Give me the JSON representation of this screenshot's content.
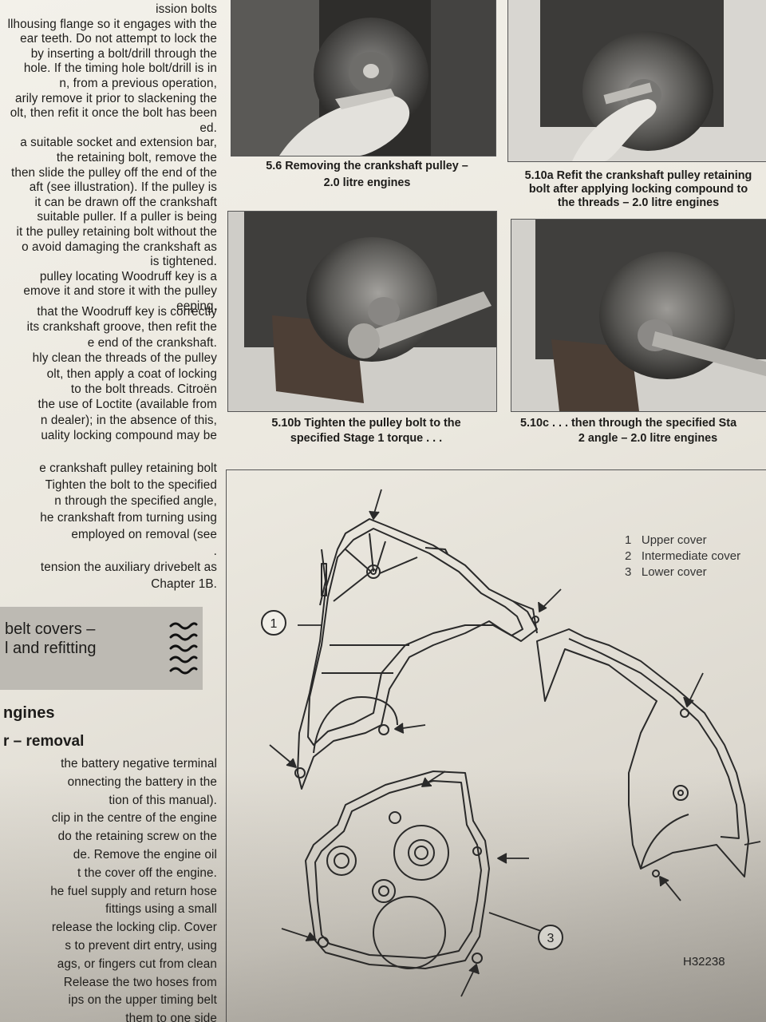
{
  "left_column": {
    "lines_top": [
      "ission bolts",
      "llhousing flange so it engages with the",
      "ear teeth. Do not attempt to lock the",
      "by inserting a bolt/drill through the",
      "hole. If the timing hole bolt/drill is in",
      "n, from a previous operation,",
      "arily remove it prior to slackening the",
      "olt, then refit it once the bolt has been",
      "ed.",
      "a suitable socket and extension bar,",
      "the retaining bolt, remove the",
      "then slide the pulley off the end of the",
      "aft (see illustration). If the pulley is",
      "it can be drawn off the crankshaft",
      "suitable puller. If a puller is being",
      "it the pulley retaining bolt without the",
      "o avoid damaging the crankshaft as",
      "is tightened.",
      "pulley locating Woodruff key is a",
      "emove it and store it with the pulley",
      "eeping."
    ],
    "lines_mid": [
      "that the Woodruff key is correctly",
      "its crankshaft groove, then refit the",
      "e end of the crankshaft.",
      "hly clean the threads of the pulley",
      "olt, then apply a coat of locking",
      "to the bolt threads. Citroën",
      "the use of Loctite (available from",
      "n dealer); in the absence of this,",
      "uality locking compound may be"
    ],
    "lines_low": [
      "e crankshaft pulley retaining bolt",
      "Tighten the bolt to the specified",
      "n through the specified angle,",
      "he crankshaft from turning using",
      "employed on removal (see",
      ".",
      "tension the auxiliary drivebelt as",
      "Chapter 1B."
    ],
    "section_title_1": "belt covers –",
    "section_title_2": "l and refitting",
    "subhead_engines": "ngines",
    "subhead_removal": "r – removal",
    "lines_bottom": [
      "the battery negative terminal",
      "onnecting the battery in the",
      "tion of this manual).",
      "clip in the centre of the engine",
      "do the retaining screw on the",
      "de. Remove the engine oil",
      "t the cover off the engine.",
      "he fuel supply and return hose",
      "fittings using a small",
      "release the locking clip. Cover",
      "s to prevent dirt entry, using",
      "ags, or fingers cut from clean",
      "Release the two hoses from",
      "ips on the upper timing belt",
      "them to one side"
    ]
  },
  "captions": {
    "fig_5_6_line1": "5.6  Removing the crankshaft pulley –",
    "fig_5_6_line2": "2.0 litre engines",
    "fig_5_10a_line1": "5.10a  Refit the crankshaft pulley retaining",
    "fig_5_10a_line2": "bolt after applying locking compound to",
    "fig_5_10a_line3": "the threads – 2.0 litre engines",
    "fig_5_10b_line1": "5.10b  Tighten the pulley bolt to the",
    "fig_5_10b_line2": "specified Stage 1 torque . . .",
    "fig_5_10c_line1": "5.10c  . . . then through the specified Sta",
    "fig_5_10c_line2": "2 angle – 2.0 litre engines"
  },
  "diagram": {
    "legend": [
      {
        "num": "1",
        "label": "Upper cover"
      },
      {
        "num": "2",
        "label": "Intermediate cover"
      },
      {
        "num": "3",
        "label": "Lower cover"
      }
    ],
    "callout_1": "1",
    "callout_3": "3",
    "reference_code": "H32238"
  },
  "colors": {
    "paper": "#ece9e0",
    "section_box": "#bdbab3",
    "ink": "#1d1c1a"
  }
}
